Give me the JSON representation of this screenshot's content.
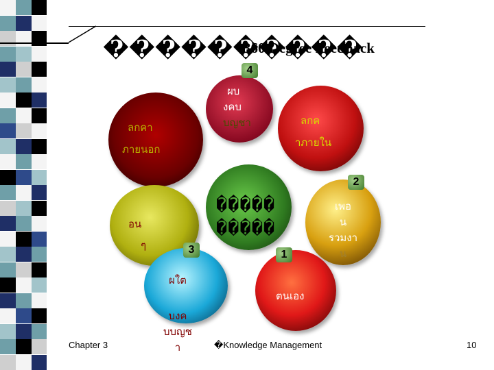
{
  "slide": {
    "title": "����������",
    "subtitle": "360 Degree Feedback",
    "footer_left": "Chapter 3",
    "footer_center": "�Knowledge Management",
    "page_number": "10"
  },
  "colors": {
    "stripe_palette": [
      "#f4f4f4",
      "#6f9fa8",
      "#1f2f66",
      "#000000",
      "#cfcfcf",
      "#a2c4ca",
      "#2e4a8a",
      "#ffffff"
    ],
    "supervisor_circle": "#b01030",
    "peer_circle": "#c41010",
    "center_circle": "#3e8a2e",
    "team_circle": "#d0a010",
    "self_circle": "#e02020",
    "subordinate_circle": "#10a0d0",
    "customer_circle": "#b0b010",
    "badge": "#5f9d46"
  },
  "center": {
    "line1": "�����",
    "line2": "�����"
  },
  "nodes": {
    "supervisor": {
      "badge": "4",
      "lines": [
        "ผบ",
        "งคบ",
        "บญชา"
      ]
    },
    "external_customer": {
      "lines": [
        "ลกคา",
        "ภายนอก"
      ]
    },
    "internal_customer": {
      "lines": [
        "ลกค",
        "าภายใน"
      ]
    },
    "team_peer": {
      "badge": "2",
      "lines": [
        "เพอ",
        "น",
        "รวมงา",
        "น"
      ]
    },
    "customer_left": {
      "lines": [
        "อน",
        "ๆ"
      ]
    },
    "self": {
      "badge": "1",
      "lines": [
        "ตนเอง"
      ]
    },
    "subordinate": {
      "badge": "3",
      "lines": [
        "ผใต",
        "บงค",
        "บบญช",
        "า"
      ]
    }
  }
}
